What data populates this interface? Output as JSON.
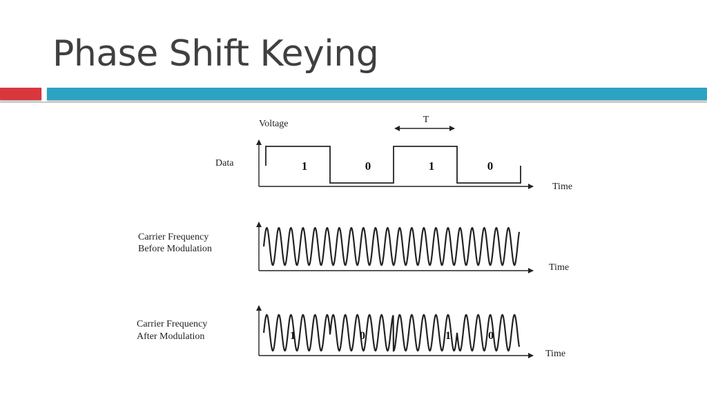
{
  "slide": {
    "title": "Phase Shift Keying"
  },
  "diagram": {
    "period_label": "T",
    "voltage_label": "Voltage",
    "data_label": "Data",
    "time_label": "Time",
    "bits": [
      "1",
      "0",
      "1",
      "0"
    ],
    "carrier_before_label": [
      "Carrier Frequency",
      "Before Modulation"
    ],
    "carrier_after_label": [
      "Carrier Frequency",
      "After Modulation"
    ],
    "after_bits": [
      "1",
      "0",
      "1",
      "0"
    ],
    "line_color": "#222222"
  }
}
